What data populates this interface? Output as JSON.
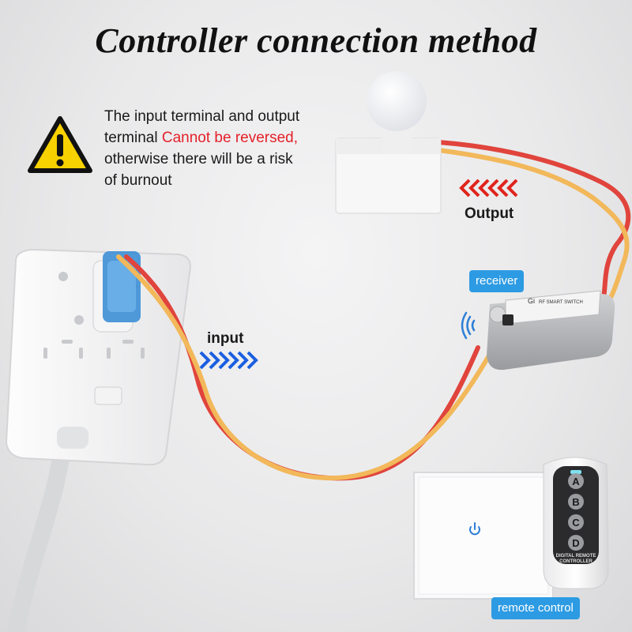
{
  "title": "Controller connection method",
  "warning": {
    "line1": "The input terminal and output",
    "line2_prefix": "terminal ",
    "line2_red": "Cannot be reversed,",
    "line3": "otherwise there will be a risk",
    "line4": "of burnout"
  },
  "labels": {
    "output": "Output",
    "input": "input",
    "receiver": "receiver",
    "remote_control": "remote control"
  },
  "receiver_text": {
    "brand": "Gi",
    "model": "RF SMART SWITCH"
  },
  "remote": {
    "buttons": [
      "A",
      "B",
      "C",
      "D"
    ],
    "caption_line1": "DIGITAL REMOTE",
    "caption_line2": "CONTROLLER"
  },
  "colors": {
    "accent": "#2d9be3",
    "warning_red": "#e5202a",
    "wire_red": "#e0443c",
    "wire_yellow": "#f2b85a",
    "arrow_blue": "#1a5fe0",
    "arrow_red": "#e0241c"
  },
  "icons": {
    "warning": "warning-triangle-icon",
    "signal": "wifi-signal-icon",
    "power": "power-icon"
  }
}
